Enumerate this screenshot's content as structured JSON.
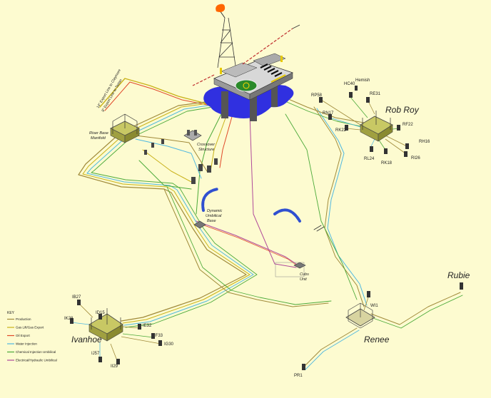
{
  "fields": {
    "rob_roy": "Rob Roy",
    "ivanhoe": "Ivanhoe",
    "renee": "Renee",
    "rubie": "Rubie"
  },
  "structures": {
    "riser_base_1": "Riser Base",
    "riser_base_2": "Manifold",
    "crossover_1": "Crossover",
    "crossover_2": "Structure",
    "dub_1": "Dynamic",
    "dub_2": "Umbilical",
    "dub_3": "Base",
    "cubs_1": "Cubs",
    "cubs_2": "Unit"
  },
  "export_lines": {
    "line1": "14\" Export Line to Claymore",
    "line2": "8\" Export Line to Tartan"
  },
  "wells": {
    "rob_roy": [
      "HC40",
      "Hemish",
      "RP58",
      "RE31",
      "RN17",
      "RK22",
      "RF22",
      "RH16",
      "RL24",
      "RK18",
      "RI26"
    ],
    "ivanhoe": [
      "IB27",
      "ID15",
      "IK28",
      "IE32",
      "IF33",
      "IG30",
      "IJ57",
      "II29"
    ],
    "renee": [
      "WI1",
      "PR1"
    ],
    "rubie": [
      "Rubie"
    ]
  },
  "key": {
    "title": "KEY",
    "items": [
      {
        "label": "Production",
        "color": "#a08a3a"
      },
      {
        "label": "Gas Lift/Gas Export",
        "color": "#c9b21a"
      },
      {
        "label": "Oil Export",
        "color": "#e04a2a"
      },
      {
        "label": "Water Injection",
        "color": "#4fb8e0"
      },
      {
        "label": "Chemical Injection Umbilical",
        "color": "#4caa3a"
      },
      {
        "label": "Electrical/Hydraulic Umbilical",
        "color": "#b04a9a"
      }
    ]
  },
  "colors": {
    "background": "#fdfbd0",
    "sea": "#3030e0",
    "manifold_frame": "#444444",
    "manifold_deck": "#c8c864",
    "flare": "#ff6600"
  }
}
